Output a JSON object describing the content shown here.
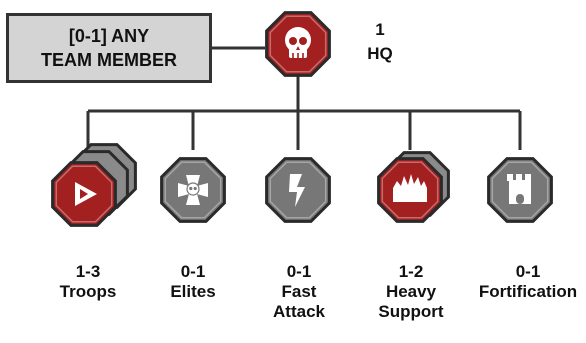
{
  "team_box": {
    "line1": "[0-1] ANY",
    "line2": "TEAM MEMBER"
  },
  "hq": {
    "count": "1",
    "label": "HQ",
    "icon": "skull-icon",
    "color": "#a32020"
  },
  "slots": [
    {
      "count": "1-3",
      "lines": [
        "Troops"
      ],
      "icon": "arrow-play-icon",
      "color": "#a32020",
      "stacked": true
    },
    {
      "count": "0-1",
      "lines": [
        "Elites"
      ],
      "icon": "skull-cross-icon",
      "color": "#777777",
      "stacked": false
    },
    {
      "count": "0-1",
      "lines": [
        "Fast",
        "Attack"
      ],
      "icon": "lightning-icon",
      "color": "#777777",
      "stacked": false
    },
    {
      "count": "1-2",
      "lines": [
        "Heavy",
        "Support"
      ],
      "icon": "explosion-icon",
      "color": "#a32020",
      "stacked": true
    },
    {
      "count": "0-1",
      "lines": [
        "Fortification"
      ],
      "icon": "tower-icon",
      "color": "#777777",
      "stacked": false
    }
  ],
  "colors": {
    "line": "#333333",
    "red": "#a32020",
    "grey": "#777777",
    "border": "#2a2a2a"
  }
}
